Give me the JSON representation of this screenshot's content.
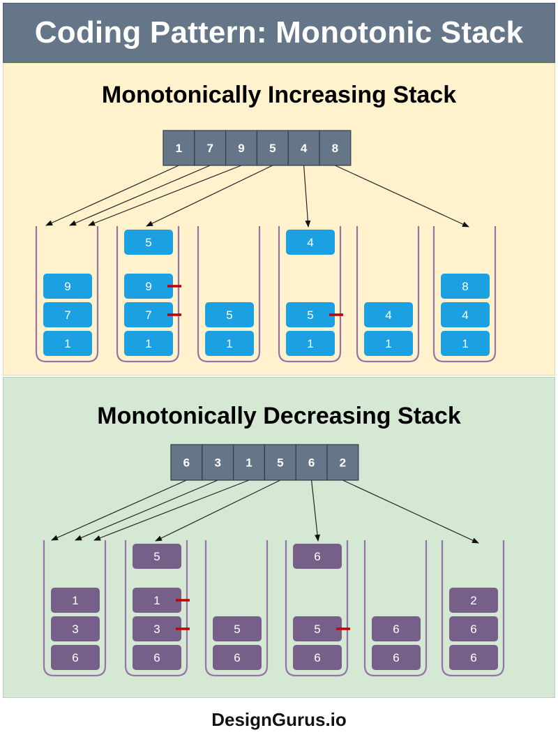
{
  "header": {
    "title": "Coding Pattern: Monotonic Stack"
  },
  "increasing": {
    "title": "Monotonically Increasing Stack",
    "input": [
      "1",
      "7",
      "9",
      "5",
      "4",
      "8"
    ],
    "stacks": [
      {
        "incoming": "",
        "items": [
          "9",
          "7",
          "1"
        ],
        "popped": []
      },
      {
        "incoming": "5",
        "items": [
          "9",
          "7",
          "1"
        ],
        "popped": [
          "9",
          "7"
        ]
      },
      {
        "incoming": "",
        "items": [
          "5",
          "1"
        ],
        "popped": []
      },
      {
        "incoming": "4",
        "items": [
          "5",
          "1"
        ],
        "popped": [
          "5"
        ]
      },
      {
        "incoming": "",
        "items": [
          "4",
          "1"
        ],
        "popped": []
      },
      {
        "incoming": "",
        "items": [
          "8",
          "4",
          "1"
        ],
        "popped": []
      }
    ]
  },
  "decreasing": {
    "title": "Monotonically Decreasing Stack",
    "input": [
      "6",
      "3",
      "1",
      "5",
      "6",
      "2"
    ],
    "stacks": [
      {
        "incoming": "",
        "items": [
          "1",
          "3",
          "6"
        ],
        "popped": []
      },
      {
        "incoming": "5",
        "items": [
          "1",
          "3",
          "6"
        ],
        "popped": [
          "1",
          "3"
        ]
      },
      {
        "incoming": "",
        "items": [
          "5",
          "6"
        ],
        "popped": []
      },
      {
        "incoming": "6",
        "items": [
          "5",
          "6"
        ],
        "popped": [
          "5"
        ]
      },
      {
        "incoming": "",
        "items": [
          "6",
          "6"
        ],
        "popped": []
      },
      {
        "incoming": "",
        "items": [
          "2",
          "6",
          "6"
        ],
        "popped": []
      }
    ]
  },
  "colors": {
    "header": "#647687",
    "increasing_bg": "#fff2cc",
    "decreasing_bg": "#d5e8d4",
    "array_cell": "#647687",
    "increasing_item": "#1ba1e2",
    "decreasing_item": "#76608a",
    "stack_outline": "#9673a6",
    "pop_marker": "#c00000"
  },
  "footer": {
    "text": "DesignGurus.io"
  }
}
